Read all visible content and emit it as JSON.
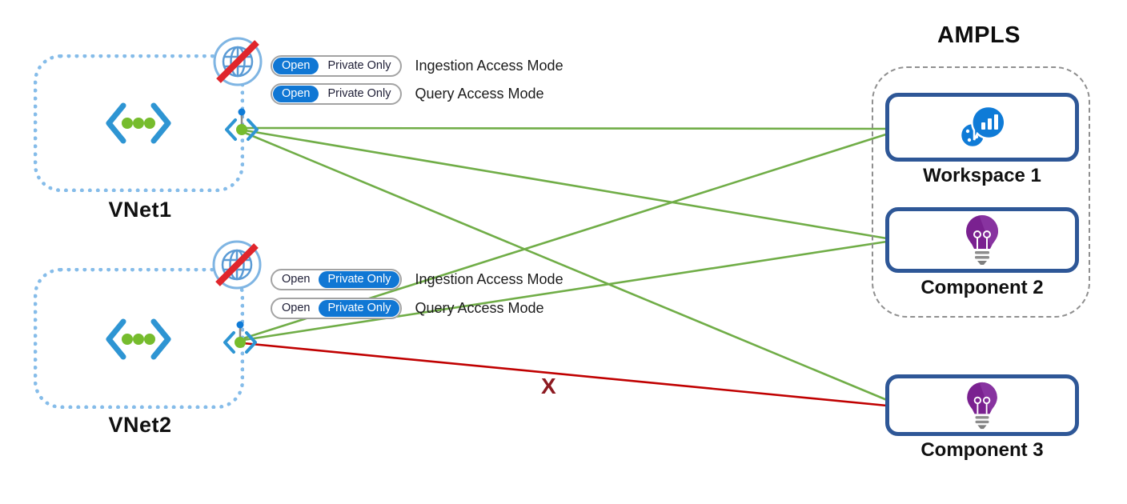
{
  "title": "AMPLS",
  "toggle": {
    "open": "Open",
    "private": "Private Only"
  },
  "modes": {
    "ingestion": "Ingestion Access Mode",
    "query": "Query Access Mode"
  },
  "vnet1": {
    "label": "VNet1",
    "ingestion_selected": "Open",
    "query_selected": "Open",
    "internet_access": "blocked"
  },
  "vnet2": {
    "label": "VNet2",
    "ingestion_selected": "Private Only",
    "query_selected": "Private Only",
    "internet_access": "blocked"
  },
  "nodes": {
    "workspace1": "Workspace 1",
    "component2": "Component 2",
    "component3": "Component 3"
  },
  "ampls_members": [
    "Workspace 1",
    "Component 2"
  ],
  "external_nodes": [
    "Component 3"
  ],
  "blocked_marker": "X",
  "connections": [
    {
      "from": "VNet1",
      "to": "Workspace 1",
      "status": "allowed"
    },
    {
      "from": "VNet1",
      "to": "Component 2",
      "status": "allowed"
    },
    {
      "from": "VNet1",
      "to": "Component 3",
      "status": "allowed"
    },
    {
      "from": "VNet2",
      "to": "Workspace 1",
      "status": "allowed"
    },
    {
      "from": "VNet2",
      "to": "Component 2",
      "status": "allowed"
    },
    {
      "from": "VNet2",
      "to": "Component 3",
      "status": "blocked"
    }
  ],
  "colors": {
    "allowed_line": "#70AD47",
    "blocked_line": "#C00000",
    "toggle_selected": "#1077D4",
    "node_border": "#2E5797",
    "vnet_border": "#85BCE9",
    "ampls_border": "#8F8F8F",
    "app_insights_purple": "#7A2190",
    "workspace_blue": "#0F7BD7"
  }
}
